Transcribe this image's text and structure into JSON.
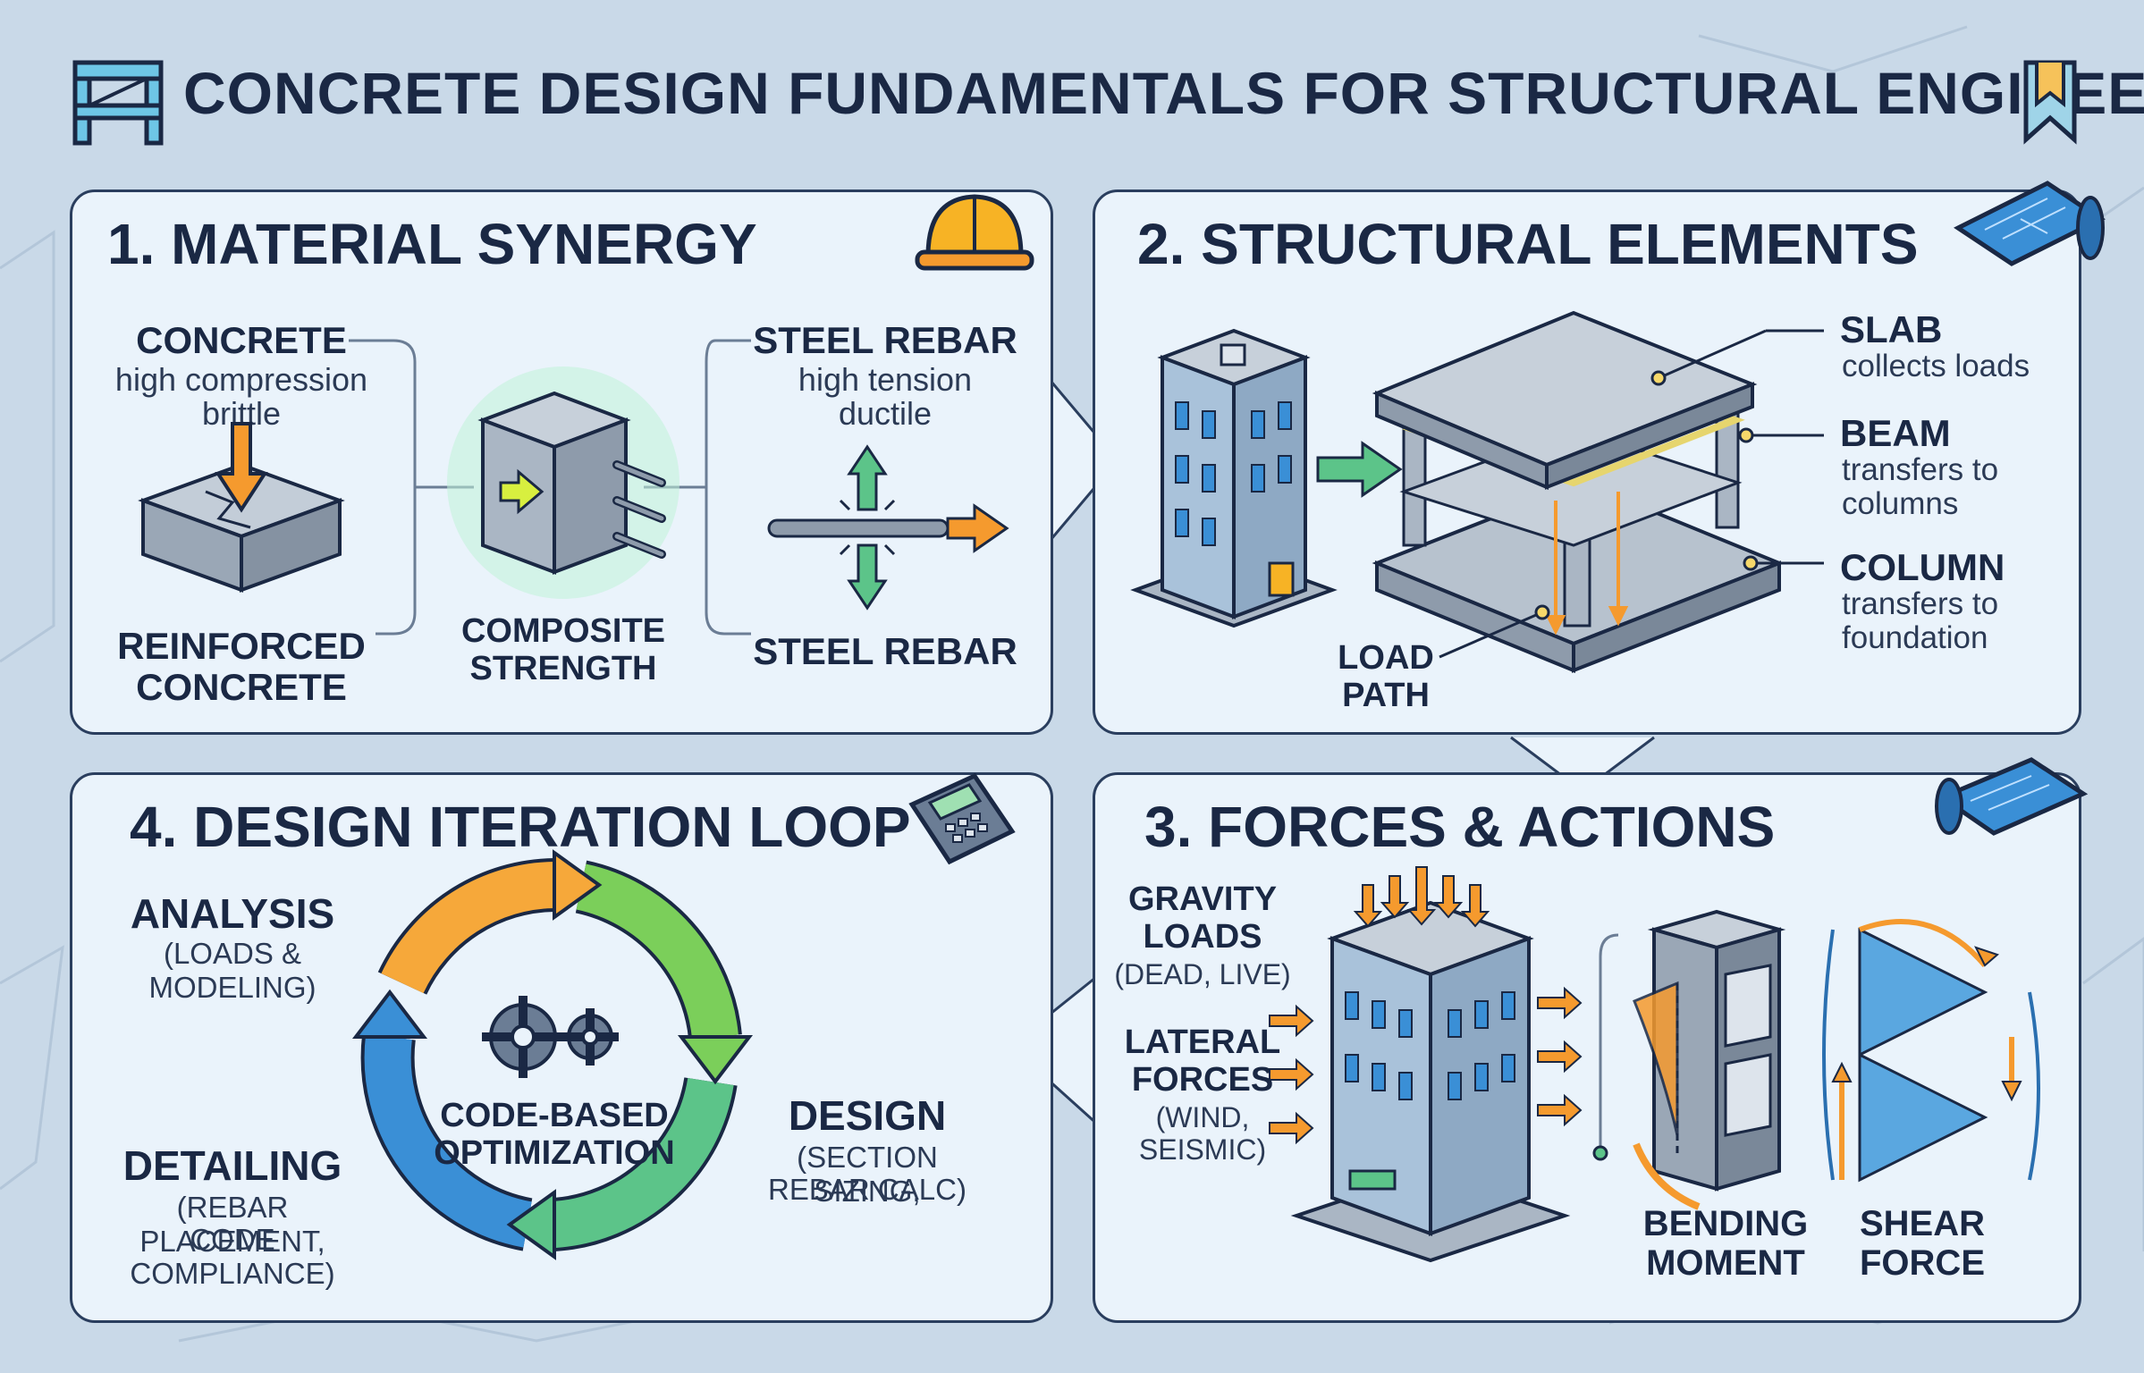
{
  "title": "CONCRETE DESIGN FUNDAMENTALS FOR STRUCTURAL ENGINEERS",
  "icons": [
    "frame-logo-icon",
    "bookmark-icon",
    "hard-hat-icon",
    "blueprint-roll-icon",
    "calculator-icon",
    "gear-icon"
  ],
  "colors": {
    "navy": "#1a2844",
    "panel": "#eaf3fb",
    "orange": "#f59a2e",
    "green": "#5cc489",
    "blue": "#3a8fd6",
    "concrete": "#aab6c4"
  },
  "panel1": {
    "title": "1. MATERIAL SYNERGY",
    "concrete": {
      "label": "CONCRETE",
      "line1": "high compression",
      "line2": "brittle"
    },
    "reinforced": {
      "line1": "REINFORCED",
      "line2": "CONCRETE"
    },
    "composite": {
      "line1": "COMPOSITE",
      "line2": "STRENGTH"
    },
    "rebar_top": {
      "label": "STEEL REBAR",
      "line1": "high tension",
      "line2": "ductile"
    },
    "rebar_bottom": "STEEL REBAR"
  },
  "panel2": {
    "title": "2. STRUCTURAL ELEMENTS",
    "slab": {
      "label": "SLAB",
      "desc": "collects loads"
    },
    "beam": {
      "label": "BEAM",
      "line1": "transfers to",
      "line2": "columns"
    },
    "column": {
      "label": "COLUMN",
      "line1": "transfers to",
      "line2": "foundation"
    },
    "load_path": {
      "line1": "LOAD",
      "line2": "PATH"
    }
  },
  "panel3": {
    "title": "3. FORCES & ACTIONS",
    "gravity": {
      "line1": "GRAVITY",
      "line2": "LOADS",
      "sub": "(DEAD, LIVE)"
    },
    "lateral": {
      "line1": "LATERAL",
      "line2": "FORCES",
      "sub1": "(WIND,",
      "sub2": "SEISMIC)"
    },
    "bending": {
      "line1": "BENDING",
      "line2": "MOMENT"
    },
    "shear": {
      "line1": "SHEAR",
      "line2": "FORCE"
    }
  },
  "panel4": {
    "title": "4.  DESIGN ITERATION LOOP",
    "analysis": {
      "label": "ANALYSIS",
      "sub": "(LOADS & MODELING)"
    },
    "design": {
      "label": "DESIGN",
      "sub1": "(SECTION SIZING,",
      "sub2": "REBAR CALC)"
    },
    "detailing": {
      "label": "DETAILING",
      "sub1": "(REBAR PLACEMENT,",
      "sub2": "CODE COMPLIANCE)"
    },
    "center": {
      "line1": "CODE-BASED",
      "line2": "OPTIMIZATION"
    }
  }
}
